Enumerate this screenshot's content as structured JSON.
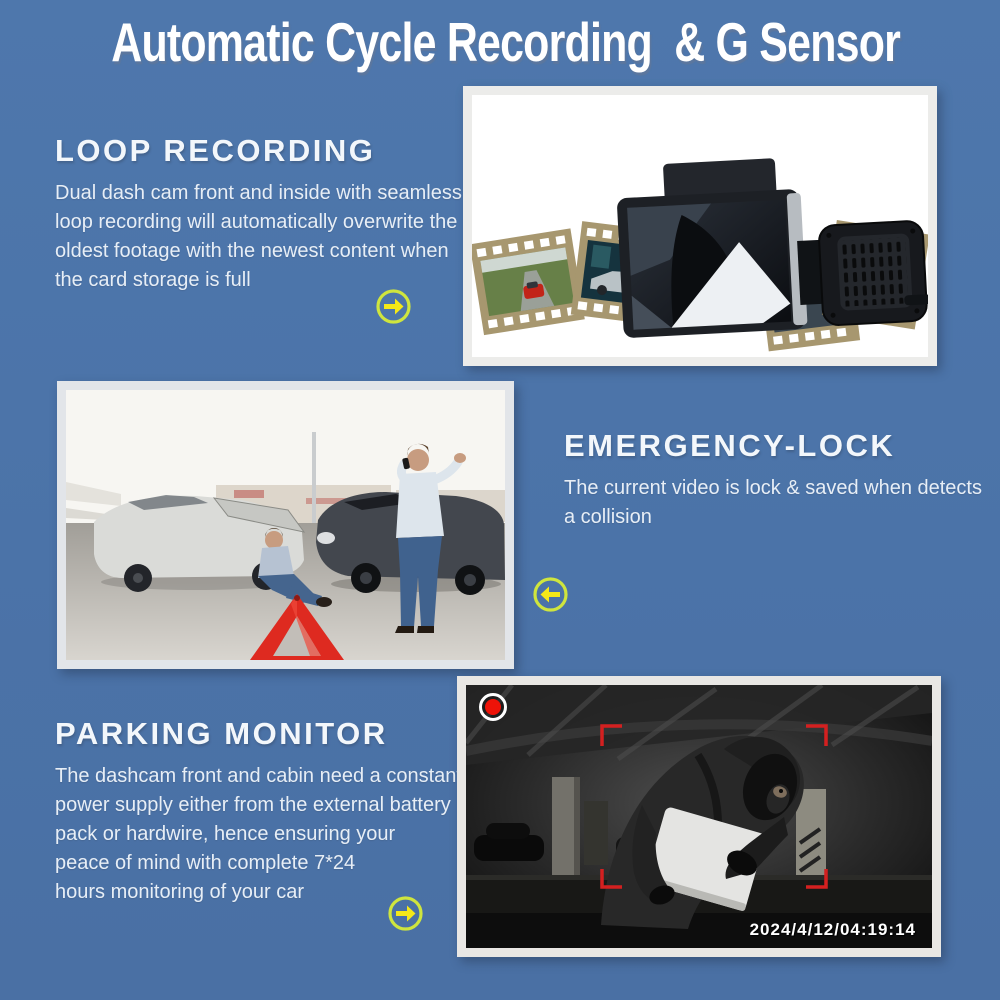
{
  "title": "Automatic Cycle Recording  & G Sensor",
  "sections": {
    "loop": {
      "heading": "LOOP RECORDING",
      "body": "Dual dash cam front and inside with seamless\nloop recording will automatically overwrite the\noldest footage with the newest content when\nthe card storage is full",
      "arrow_icon": "arrow-right-circle"
    },
    "emergency": {
      "heading": "EMERGENCY-LOCK",
      "body": "The current video is lock & saved when detects\na collision",
      "arrow_icon": "arrow-left-circle"
    },
    "parking": {
      "heading": "PARKING MONITOR",
      "body": "The dashcam front and cabin need a constant\npower supply either from the external battery\npack or hardwire, hence ensuring your\npeace of mind with complete 7*24\nhours monitoring of your car",
      "arrow_icon": "arrow-right-circle"
    }
  },
  "parking_overlay": {
    "timestamp": "2024/4/12/04:19:14",
    "record_icon": "record-dot"
  },
  "illustrations": {
    "loop_image": "dash-cam-with-film-strips",
    "emergency_image": "car-accident-scene",
    "parking_image": "night-garage-thief"
  },
  "colors": {
    "background": "#4c74a9",
    "title_text": "#ffffff",
    "heading_text": "#f3f7fb",
    "body_text": "#e7eef6",
    "arrow_ring": "#cfe53e",
    "arrow_fill": "#f4e818",
    "record_red": "#ee1308",
    "bracket_red": "#d42020"
  }
}
